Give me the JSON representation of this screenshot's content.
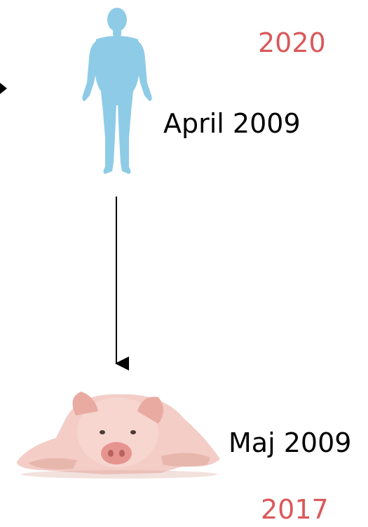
{
  "labels": {
    "year_top": "2020",
    "human_date": "April 2009",
    "pig_date": "Maj 2009",
    "year_bottom": "2017"
  },
  "colors": {
    "text": "#000000",
    "year": "#d9595b",
    "human": "#8ecbe6",
    "arrow": "#000000",
    "pig_skin": "#f3cdc6",
    "pig_shadow": "#d9a89f",
    "pig_snout": "#e6948f"
  },
  "icons": {
    "human": "human-body-silhouette-icon",
    "pig": "piglet-icon"
  }
}
